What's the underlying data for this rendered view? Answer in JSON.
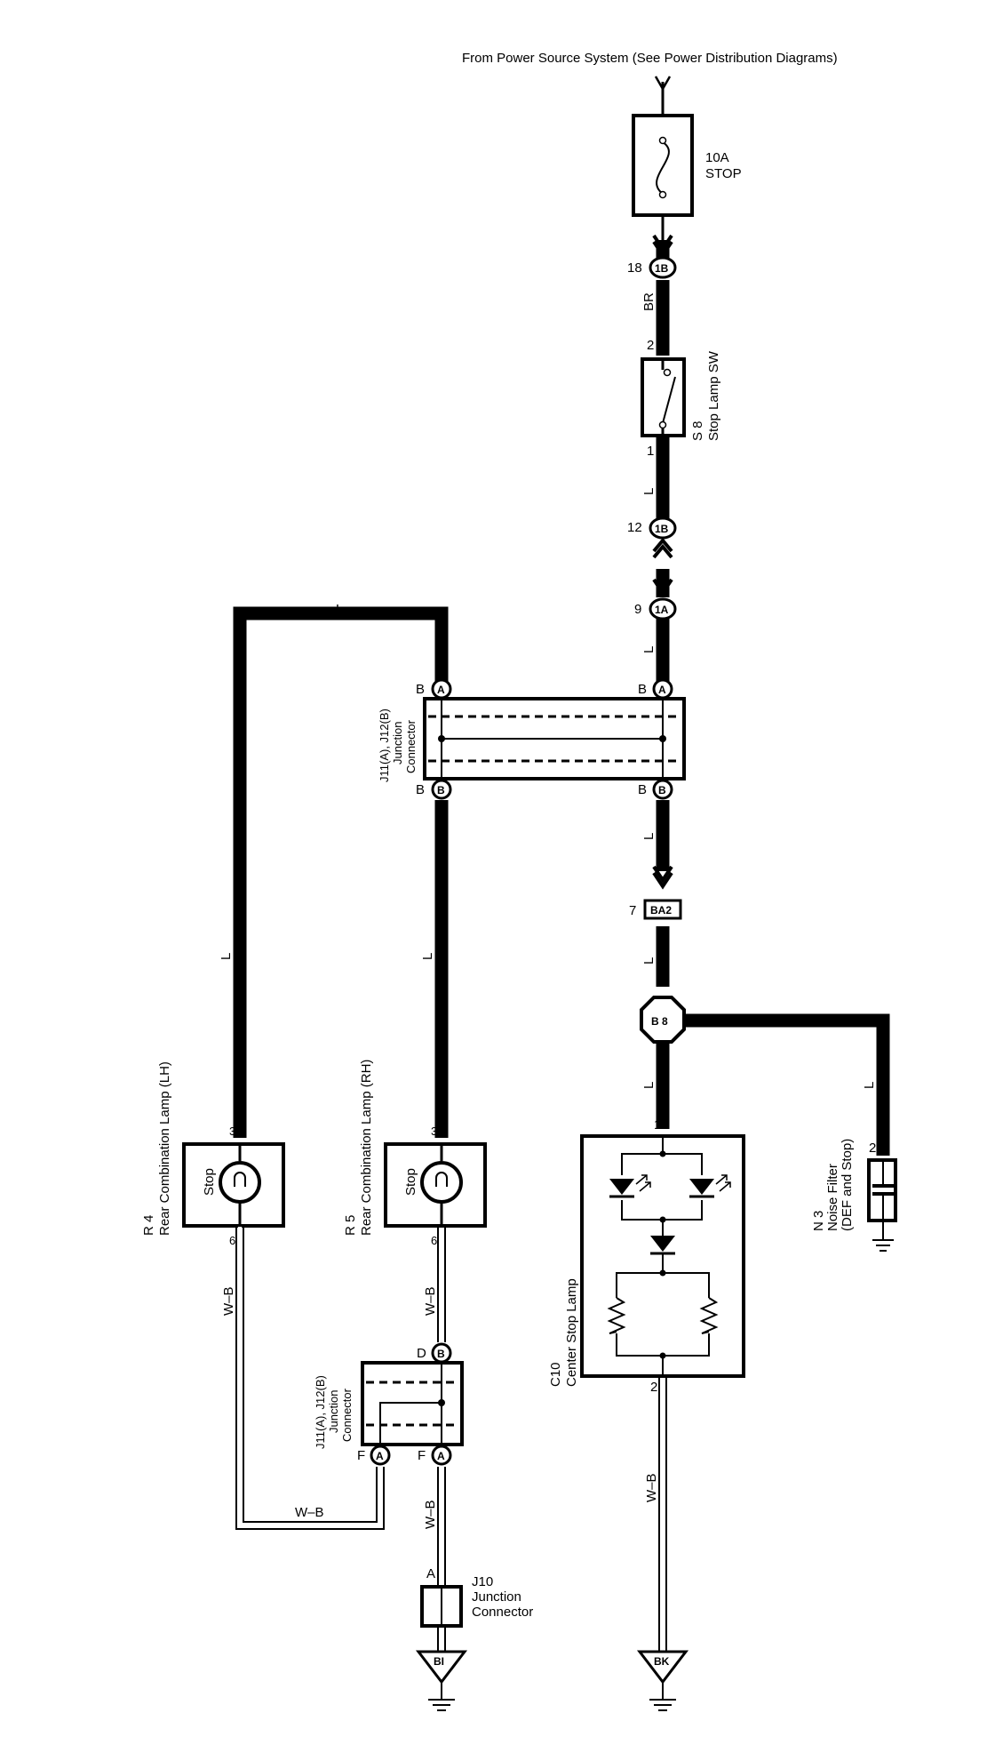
{
  "source_note": "From Power Source System (See Power Distribution Diagrams)",
  "fuse": {
    "rating": "10A",
    "name": "STOP"
  },
  "connectors": {
    "c1b_18": {
      "pin": "18",
      "id": "1B"
    },
    "c1b_12": {
      "pin": "12",
      "id": "1B"
    },
    "c1a_9": {
      "pin": "9",
      "id": "1A"
    },
    "ba2": {
      "pin": "7",
      "id": "BA2"
    },
    "b8": {
      "id": "B 8"
    }
  },
  "stop_lamp_switch": {
    "code": "S 8",
    "name": "Stop Lamp SW",
    "pin_top": "2",
    "pin_bottom": "1"
  },
  "junction_top": {
    "lines": [
      "J11(A), J12(B)",
      "Junction",
      "Connector"
    ],
    "pin_letter": "B",
    "pin_a": "A",
    "pin_b": "B"
  },
  "junction_bottom": {
    "lines": [
      "J11(A), J12(B)",
      "Junction",
      "Connector"
    ],
    "pin_d": "D",
    "pin_f": "F",
    "pin_a": "A",
    "pin_b": "B"
  },
  "lamp_lh": {
    "code": "R 4",
    "name": "Rear Combination Lamp (LH)",
    "inner": "Stop",
    "pin_top": "3",
    "pin_bottom": "6"
  },
  "lamp_rh": {
    "code": "R 5",
    "name": "Rear Combination Lamp (RH)",
    "inner": "Stop",
    "pin_top": "3",
    "pin_bottom": "6"
  },
  "center_stop": {
    "code": "C10",
    "name": "Center Stop Lamp",
    "pin_top": "1",
    "pin_bottom": "2"
  },
  "noise_filter": {
    "code": "N 3",
    "name": "Noise Filter",
    "sub": "(DEF and Stop)",
    "pin": "2"
  },
  "j10": {
    "pin": "A",
    "code": "J10",
    "name": "Junction",
    "name2": "Connector"
  },
  "grounds": {
    "left": "BI",
    "right": "BK"
  },
  "wire_colors": {
    "br": "BR",
    "l": "L",
    "wb": "W–B"
  }
}
